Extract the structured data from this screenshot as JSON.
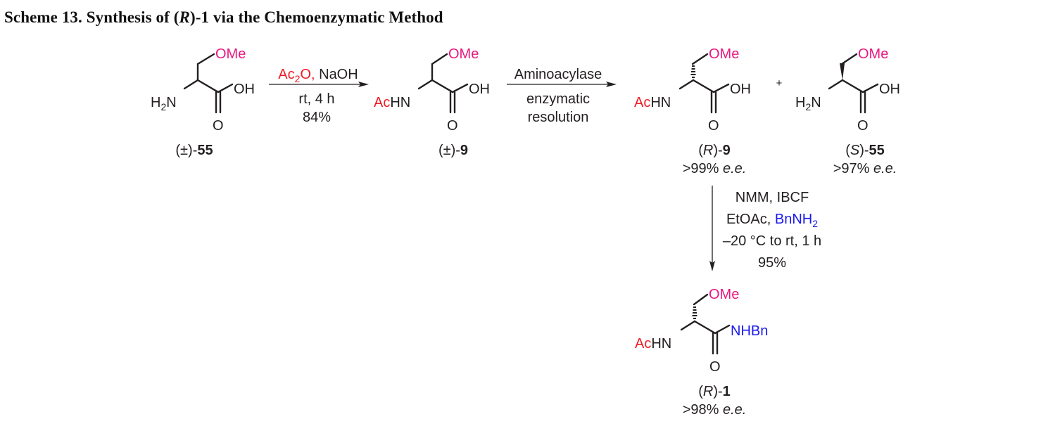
{
  "title": {
    "prefix": "Scheme 13. Synthesis of (",
    "stereo": "R",
    "suffix": ")-1 via the Chemoenzymatic Method"
  },
  "colors": {
    "ome": "#e8177f",
    "acetyl": "#ee1c25",
    "benzylamine": "#1a1aee",
    "text": "#231f20"
  },
  "molecules": {
    "m55": {
      "ome": "OMe",
      "oh": "OH",
      "o": "O",
      "amine": "H",
      "amine_sub": "2",
      "amine_n": "N",
      "label_prefix": "(±)-",
      "label_num": "55"
    },
    "m9": {
      "ome": "OMe",
      "oh": "OH",
      "o": "O",
      "ac": "Ac",
      "hn": "HN",
      "label_prefix": "(±)-",
      "label_num": "9"
    },
    "r9": {
      "ome": "OMe",
      "oh": "OH",
      "o": "O",
      "ac": "Ac",
      "hn": "HN",
      "label_open": "(",
      "label_stereo": "R",
      "label_close": ")-",
      "label_num": "9",
      "ee_value": ">99% ",
      "ee_unit": "e.e."
    },
    "s55": {
      "ome": "OMe",
      "oh": "OH",
      "o": "O",
      "amine": "H",
      "amine_sub": "2",
      "amine_n": "N",
      "label_open": "(",
      "label_stereo": "S",
      "label_close": ")-",
      "label_num": "55",
      "ee_value": ">97% ",
      "ee_unit": "e.e."
    },
    "r1": {
      "ome": "OMe",
      "nhbn": "NHBn",
      "o": "O",
      "ac": "Ac",
      "hn": "HN",
      "label_open": "(",
      "label_stereo": "R",
      "label_close": ")-",
      "label_num": "1",
      "ee_value": ">98% ",
      "ee_unit": "e.e."
    }
  },
  "plus": "+",
  "steps": {
    "step1": {
      "reagent_ac": "Ac",
      "reagent_sub": "2",
      "reagent_o": "O,",
      "reagent_base": " NaOH",
      "line2": "rt, 4 h",
      "line3": "84%"
    },
    "step2": {
      "line1": "Aminoacylase",
      "line2": "enzymatic",
      "line3": "resolution"
    },
    "step3": {
      "line1": "NMM, IBCF",
      "line2_a": "EtOAc, ",
      "line2_b": "BnNH",
      "line2_sub": "2",
      "line3": "–20 °C to rt, 1 h",
      "line4": "95%"
    }
  }
}
